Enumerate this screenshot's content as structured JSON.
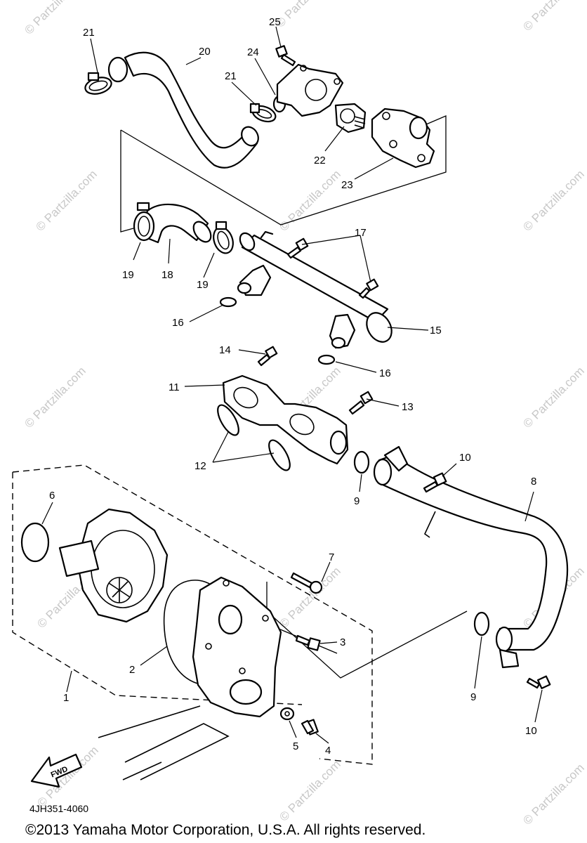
{
  "diagram_code": "4JH351-4060",
  "copyright": "©2013 Yamaha Motor Corporation, U.S.A. All rights reserved.",
  "watermark": "© Partzilla.com",
  "fwd_label": "FWD",
  "callouts": {
    "c1": "1",
    "c2": "2",
    "c3": "3",
    "c4": "4",
    "c5": "5",
    "c6": "6",
    "c7": "7",
    "c8": "8",
    "c9a": "9",
    "c9b": "9",
    "c10a": "10",
    "c10b": "10",
    "c11": "11",
    "c12": "12",
    "c13": "13",
    "c14": "14",
    "c15": "15",
    "c16a": "16",
    "c16b": "16",
    "c17": "17",
    "c18": "18",
    "c19a": "19",
    "c19b": "19",
    "c20": "20",
    "c21a": "21",
    "c21b": "21",
    "c22": "22",
    "c23": "23",
    "c24": "24",
    "c25": "25"
  }
}
